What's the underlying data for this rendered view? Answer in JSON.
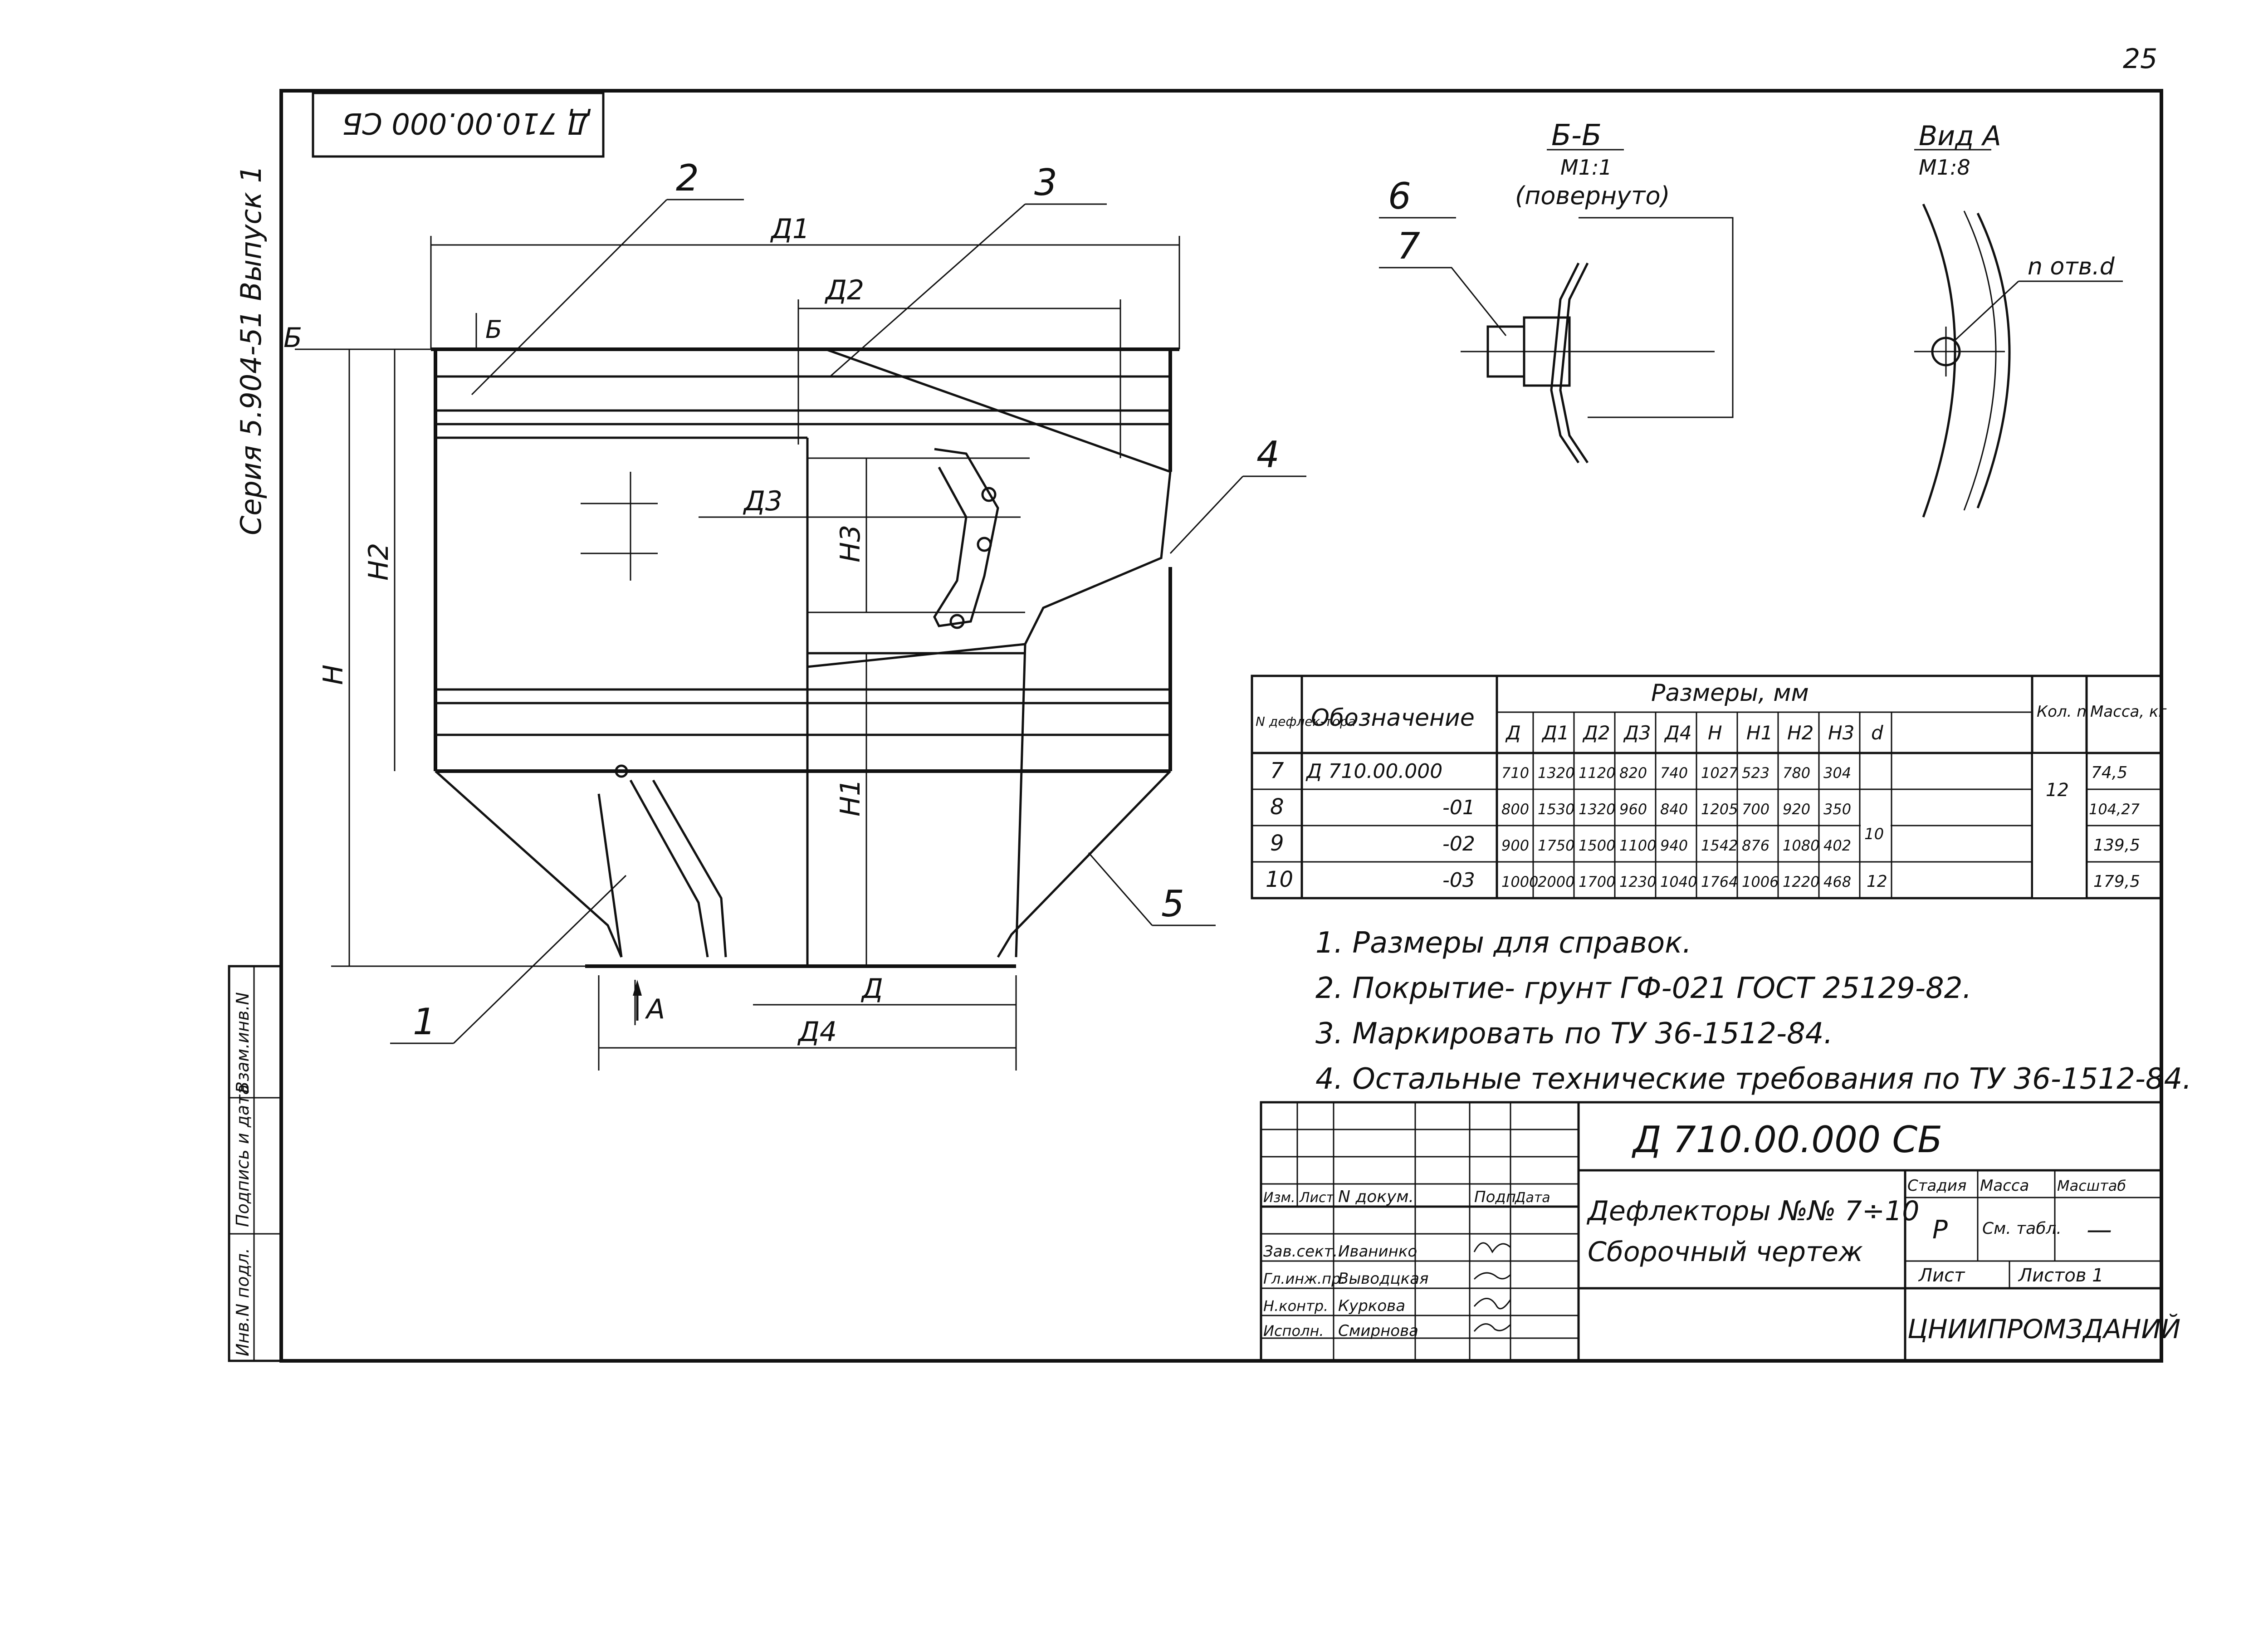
{
  "page_number": "25",
  "stamp_code": "Д 710.00.000 СБ",
  "series": "Серия 5.904-51 Выпуск 1",
  "section_view": {
    "title": "Б-Б",
    "scale": "М1:1",
    "note": "(повернуто)"
  },
  "view_a": {
    "title": "Вид А",
    "scale": "М1:8",
    "holes": "n отв.d"
  },
  "callouts": [
    "1",
    "2",
    "3",
    "4",
    "5",
    "6",
    "7"
  ],
  "dimensions": {
    "d1": "Д1",
    "d2": "Д2",
    "d3": "Д3",
    "d": "Д",
    "d4": "Д4",
    "h": "Н",
    "h1": "Н1",
    "h2": "Н2",
    "h3": "Н3",
    "section_mark": "Б",
    "section_mark_2": "Б",
    "view_arrow": "А"
  },
  "table": {
    "col_num": "N дефлек-тора",
    "col_designation": "Обозначение",
    "group_sizes": "Размеры, мм",
    "col_sizes": [
      "Д",
      "Д1",
      "Д2",
      "Д3",
      "Д4",
      "Н",
      "Н1",
      "Н2",
      "Н3",
      "d"
    ],
    "col_qty": "Кол. n",
    "col_mass": "Масса, кг",
    "rows": [
      {
        "num": "7",
        "designation": "Д 710.00.000",
        "sizes": [
          "710",
          "1320",
          "1120",
          "820",
          "740",
          "1027",
          "523",
          "780",
          "304"
        ],
        "mass": "74,5"
      },
      {
        "num": "8",
        "designation": "-01",
        "sizes": [
          "800",
          "1530",
          "1320",
          "960",
          "840",
          "1205",
          "700",
          "920",
          "350"
        ],
        "mass": "104,27"
      },
      {
        "num": "9",
        "designation": "-02",
        "sizes": [
          "900",
          "1750",
          "1500",
          "1100",
          "940",
          "1542",
          "876",
          "1080",
          "402"
        ],
        "mass": "139,5"
      },
      {
        "num": "10",
        "designation": "-03",
        "sizes": [
          "1000",
          "2000",
          "1700",
          "1230",
          "1040",
          "1764",
          "1006",
          "1220",
          "468"
        ],
        "mass": "179,5"
      }
    ],
    "d_merged_1": "10",
    "d_row_4": "12",
    "qty_merged": "12"
  },
  "notes": [
    "1. Размеры для справок.",
    "2. Покрытие- грунт ГФ-021 ГОСТ 25129-82.",
    "3. Маркировать по ТУ 36-1512-84.",
    "4. Остальные технические требования по ТУ 36-1512-84."
  ],
  "title_block": {
    "code": "Д 710.00.000 СБ",
    "title_line1": "Дефлекторы №№ 7÷10",
    "title_line2": "Сборочный чертеж",
    "col_stage": "Стадия",
    "col_mass": "Масса",
    "col_scale": "Масштаб",
    "stage": "Р",
    "mass": "См. табл.",
    "scale": "—",
    "sheet": "Лист",
    "sheets": "Листов 1",
    "org": "ЦНИИПРОМЗДАНИЙ",
    "header_cols": [
      "Изм.",
      "Лист",
      "N докум.",
      "Подп.",
      "Дата"
    ],
    "people": [
      {
        "role": "Зав.сект.",
        "name": "Иванинко"
      },
      {
        "role": "Гл.инж.пр.",
        "name": "Выводцкая"
      },
      {
        "role": "Н.контр.",
        "name": "Куркова"
      },
      {
        "role": "Исполн.",
        "name": "Смирнова"
      }
    ]
  },
  "left_stamp": [
    "Инв.N подл.",
    "Подпись и дата",
    "Взам.инв.N"
  ]
}
